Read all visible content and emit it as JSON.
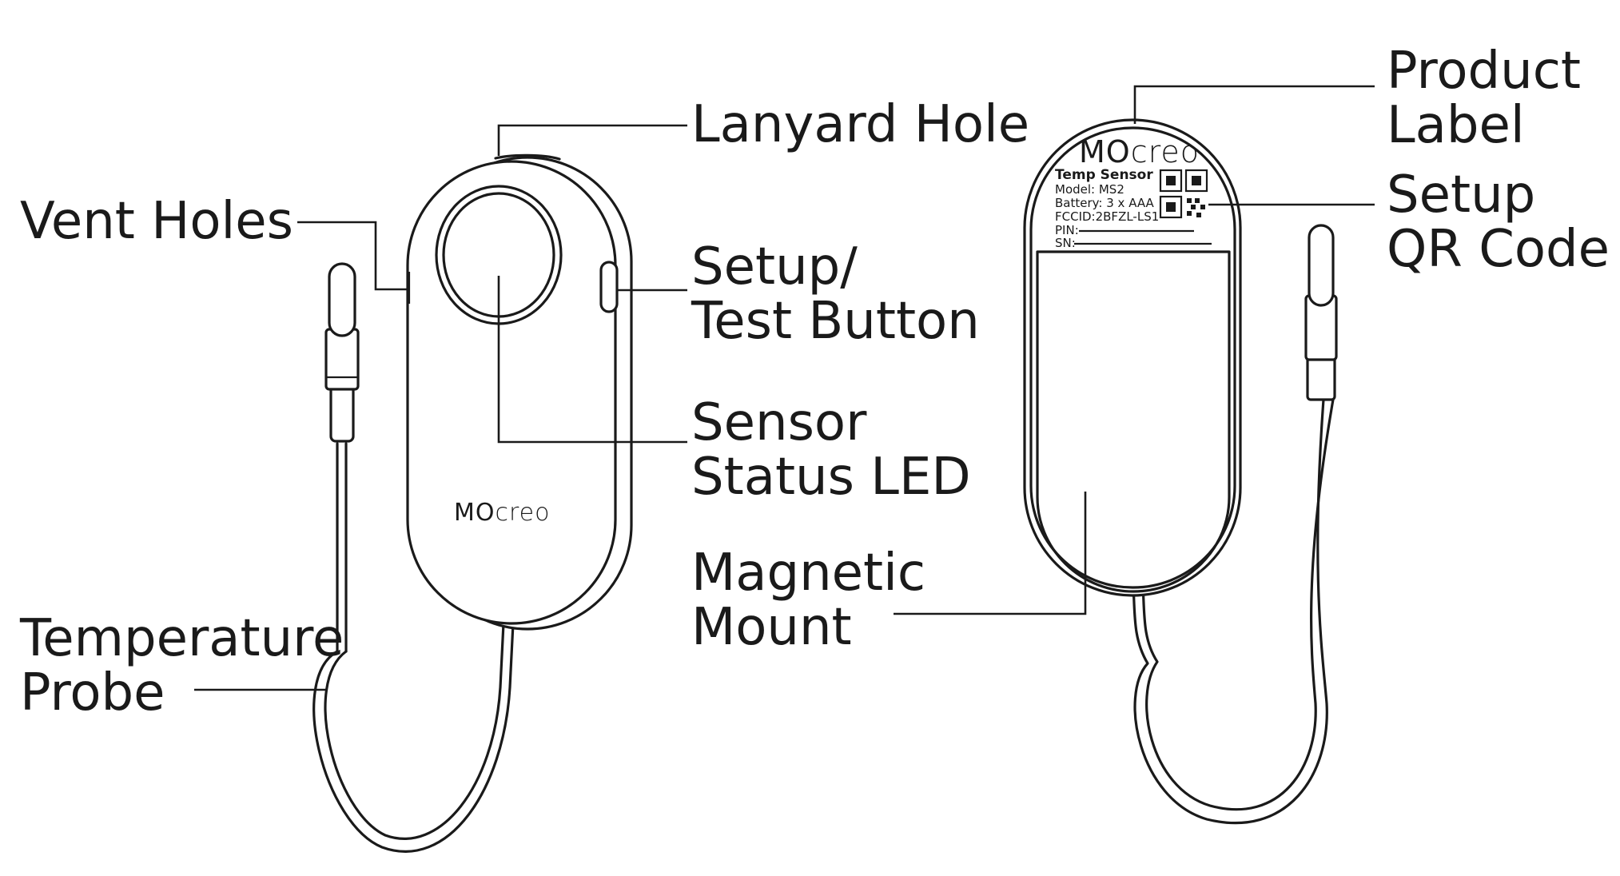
{
  "callouts": {
    "lanyard_hole": [
      "Lanyard Hole"
    ],
    "vent_holes": [
      "Vent Holes"
    ],
    "setup_test_button": [
      "Setup/",
      "Test Button"
    ],
    "sensor_status_led": [
      "Sensor",
      "Status LED"
    ],
    "magnetic_mount": [
      "Magnetic",
      "Mount"
    ],
    "temperature_probe": [
      "Temperature",
      "Probe"
    ],
    "product_label": [
      "Product",
      "Label"
    ],
    "setup_qr_code": [
      "Setup",
      "QR Code"
    ]
  },
  "brand": {
    "front": {
      "bold": "MO",
      "light": "creo"
    },
    "back": {
      "bold": "MO",
      "light": "creo"
    }
  },
  "product_label": {
    "title": "Temp Sensor",
    "model": "Model: MS2",
    "battery": "Battery: 3 x AAA",
    "fccid": "FCCID:2BFZL-LS1",
    "pin": "PIN:",
    "sn": "SN:"
  },
  "icons": [
    "qr-code-icon"
  ],
  "colors": {
    "line": "#1a1a1a",
    "background": "#ffffff"
  }
}
